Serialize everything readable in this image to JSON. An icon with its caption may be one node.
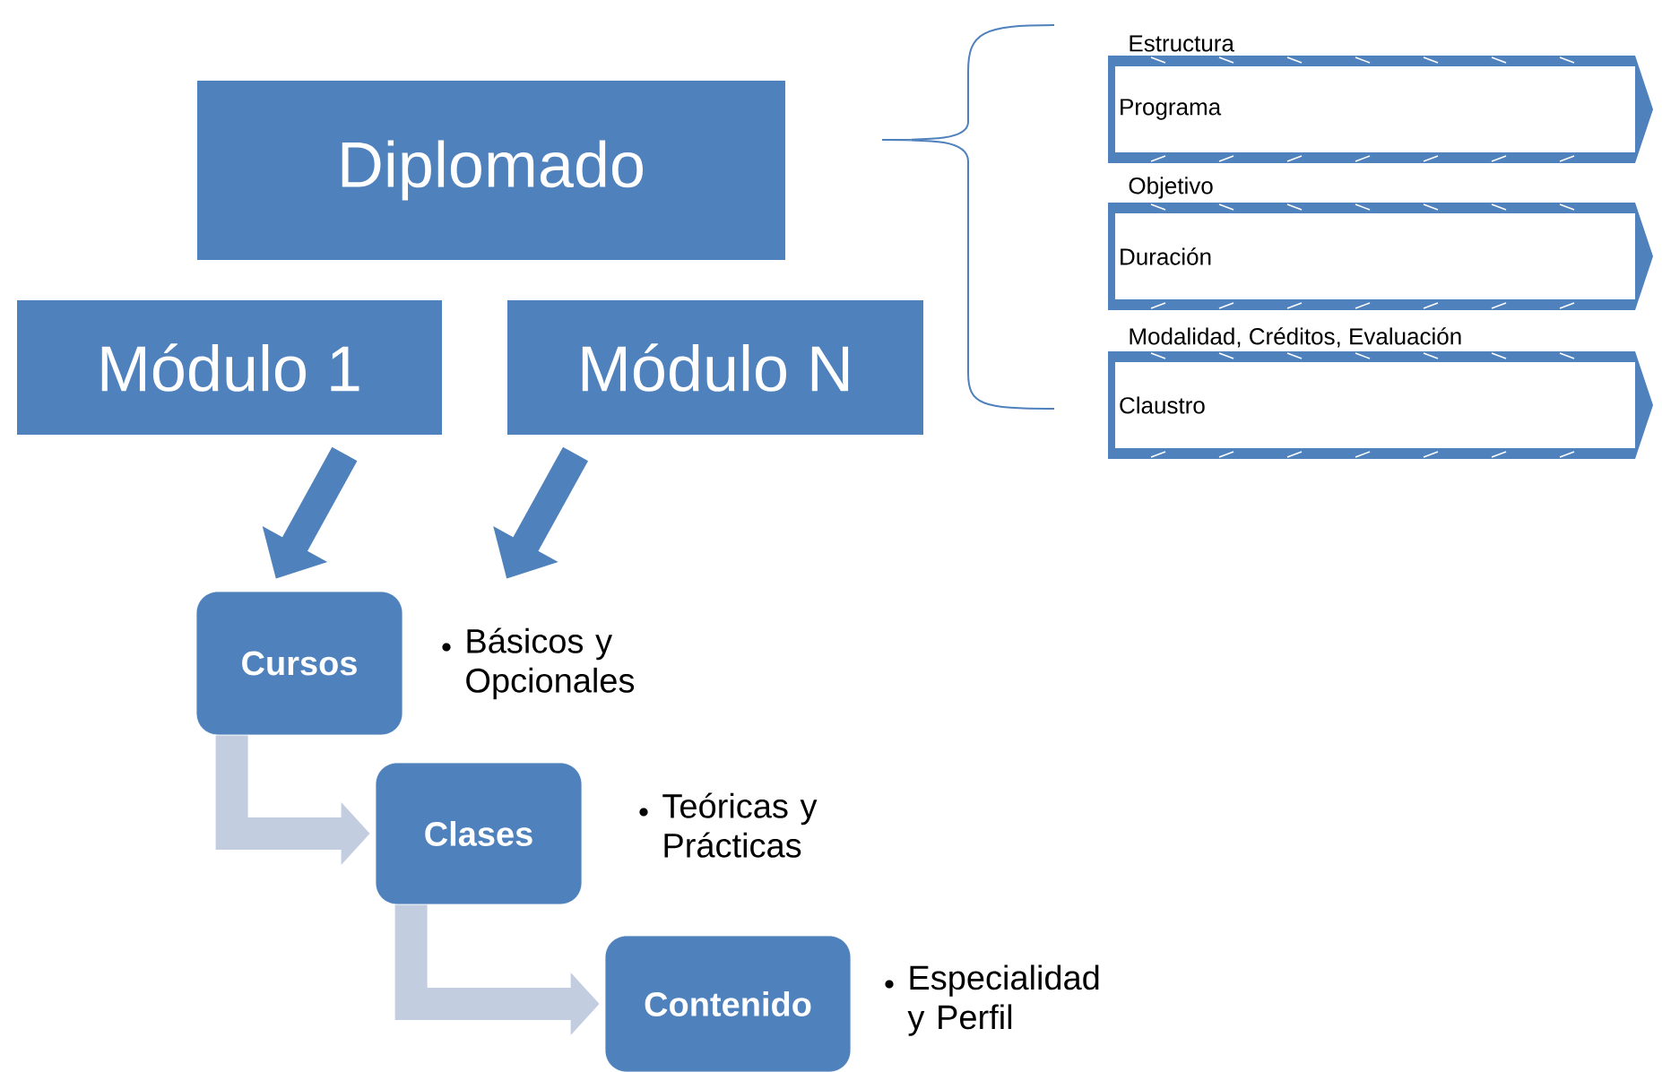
{
  "diagram": {
    "nodes": [
      {
        "text": [
          "Diplomado"
        ]
      },
      {
        "text": [
          "Módulo 1"
        ]
      },
      {
        "text": [
          "Módulo N"
        ]
      },
      {
        "text": [
          "Cursos"
        ],
        "beside": [
          "Básicos y Opcionales"
        ]
      },
      {
        "text": [
          "Clases"
        ],
        "beside": [
          "Teóricas y Prácticas"
        ]
      },
      {
        "text": [
          "Contenido"
        ],
        "beside": [
          "Especialidad y Perfil"
        ]
      },
      {
        "text": [
          "Estructura",
          "Programa"
        ]
      },
      {
        "text": [
          "Objetivo",
          "Duración"
        ]
      },
      {
        "text": [
          "Modalidad, Créditos, Evaluación",
          "Claustro"
        ]
      }
    ],
    "edges": [
      {
        "from": 1,
        "to": 3,
        "arrow": "to",
        "color": "#4f81bd"
      },
      {
        "from": 2,
        "to": 3,
        "arrow": "to",
        "color": "#4f81bd"
      },
      {
        "from": 3,
        "to": 4,
        "arrow": "to",
        "color": "#c3cde0"
      },
      {
        "from": 4,
        "to": 5,
        "arrow": "to",
        "color": "#c3cde0"
      }
    ]
  }
}
